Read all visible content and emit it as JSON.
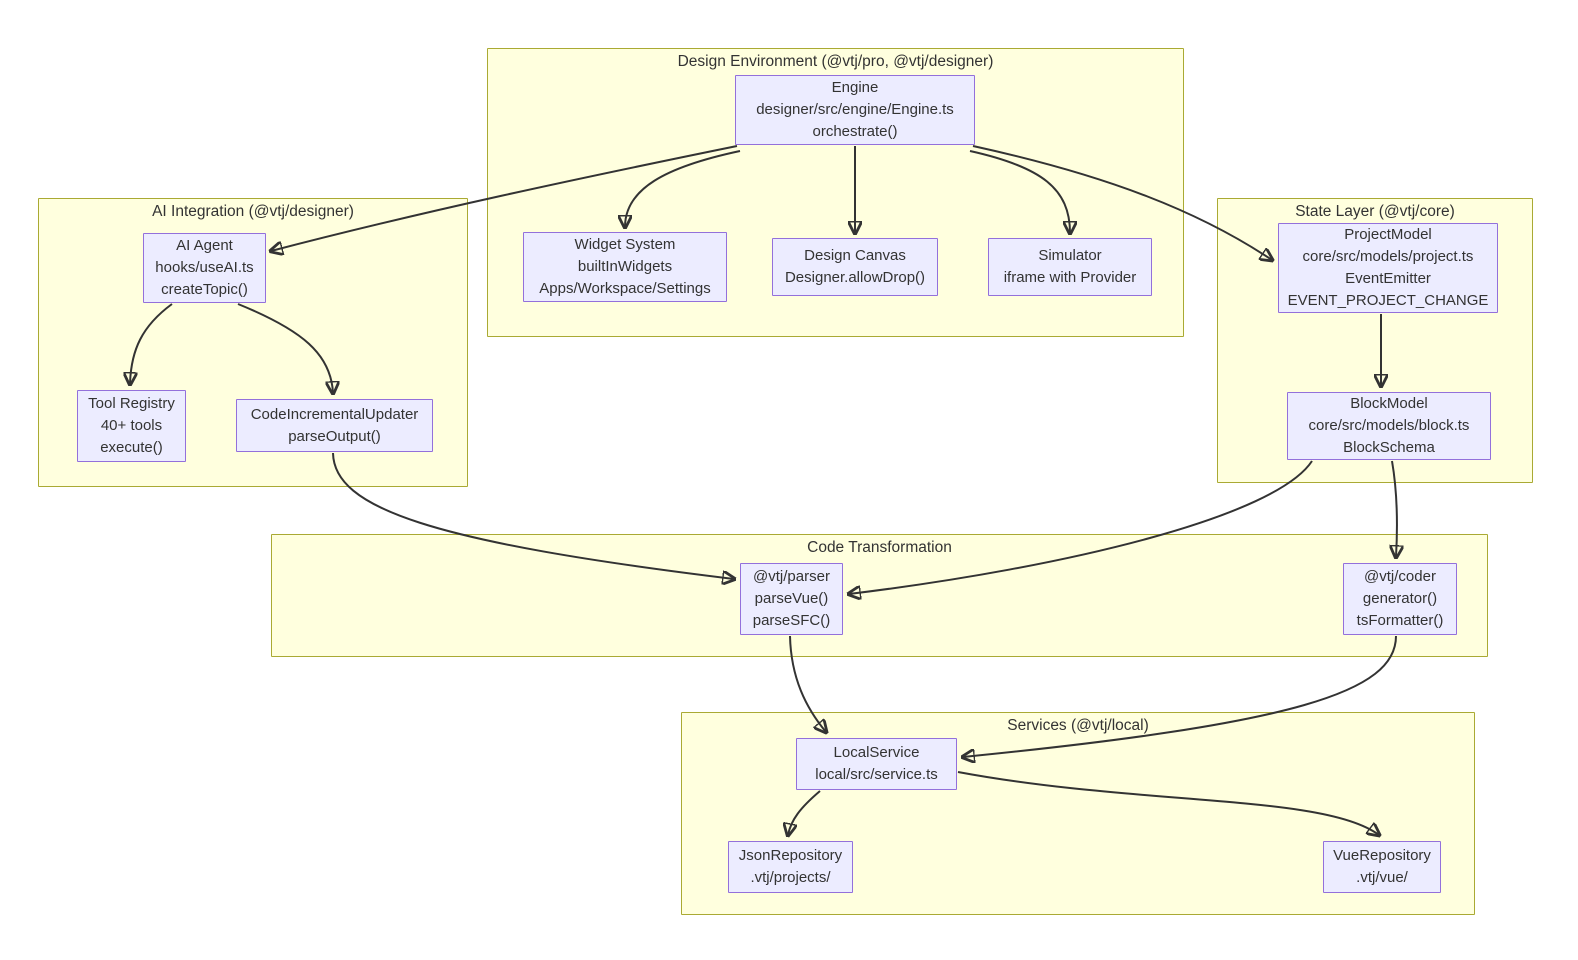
{
  "diagram": {
    "colors": {
      "cluster_fill": "#ffffde",
      "cluster_border": "#aaaa33",
      "node_fill": "#ECECFF",
      "node_border": "#9370DB",
      "edge": "#333333",
      "text": "#333333"
    },
    "clusters": {
      "design_env": {
        "title": "Design Environment (@vtj/pro, @vtj/designer)"
      },
      "ai_integration": {
        "title": "AI Integration (@vtj/designer)"
      },
      "state_layer": {
        "title": "State Layer (@vtj/core)"
      },
      "code_transformation": {
        "title": "Code Transformation"
      },
      "services": {
        "title": "Services (@vtj/local)"
      }
    },
    "nodes": {
      "engine": {
        "lines": [
          "Engine",
          "designer/src/engine/Engine.ts",
          "orchestrate()"
        ]
      },
      "widget_system": {
        "lines": [
          "Widget System",
          "builtInWidgets",
          "Apps/Workspace/Settings"
        ]
      },
      "design_canvas": {
        "lines": [
          "Design Canvas",
          "Designer.allowDrop()"
        ]
      },
      "simulator": {
        "lines": [
          "Simulator",
          "iframe with Provider"
        ]
      },
      "ai_agent": {
        "lines": [
          "AI Agent",
          "hooks/useAI.ts",
          "createTopic()"
        ]
      },
      "tool_registry": {
        "lines": [
          "Tool Registry",
          "40+ tools",
          "execute()"
        ]
      },
      "code_incremental_updater": {
        "lines": [
          "CodeIncrementalUpdater",
          "parseOutput()"
        ]
      },
      "project_model": {
        "lines": [
          "ProjectModel",
          "core/src/models/project.ts",
          "EventEmitter",
          "EVENT_PROJECT_CHANGE"
        ]
      },
      "block_model": {
        "lines": [
          "BlockModel",
          "core/src/models/block.ts",
          "BlockSchema"
        ]
      },
      "parser": {
        "lines": [
          "@vtj/parser",
          "parseVue()",
          "parseSFC()"
        ]
      },
      "coder": {
        "lines": [
          "@vtj/coder",
          "generator()",
          "tsFormatter()"
        ]
      },
      "local_service": {
        "lines": [
          "LocalService",
          "local/src/service.ts"
        ]
      },
      "json_repository": {
        "lines": [
          "JsonRepository",
          ".vtj/projects/"
        ]
      },
      "vue_repository": {
        "lines": [
          "VueRepository",
          ".vtj/vue/"
        ]
      }
    },
    "edges": [
      {
        "from": "Engine",
        "to": "AI Agent"
      },
      {
        "from": "Engine",
        "to": "Widget System"
      },
      {
        "from": "Engine",
        "to": "Design Canvas"
      },
      {
        "from": "Engine",
        "to": "Simulator"
      },
      {
        "from": "Engine",
        "to": "ProjectModel"
      },
      {
        "from": "AI Agent",
        "to": "Tool Registry"
      },
      {
        "from": "AI Agent",
        "to": "CodeIncrementalUpdater"
      },
      {
        "from": "CodeIncrementalUpdater",
        "to": "@vtj/parser"
      },
      {
        "from": "ProjectModel",
        "to": "BlockModel"
      },
      {
        "from": "BlockModel",
        "to": "@vtj/parser"
      },
      {
        "from": "BlockModel",
        "to": "@vtj/coder"
      },
      {
        "from": "@vtj/parser",
        "to": "LocalService"
      },
      {
        "from": "@vtj/coder",
        "to": "LocalService"
      },
      {
        "from": "LocalService",
        "to": "JsonRepository"
      },
      {
        "from": "LocalService",
        "to": "VueRepository"
      }
    ]
  }
}
